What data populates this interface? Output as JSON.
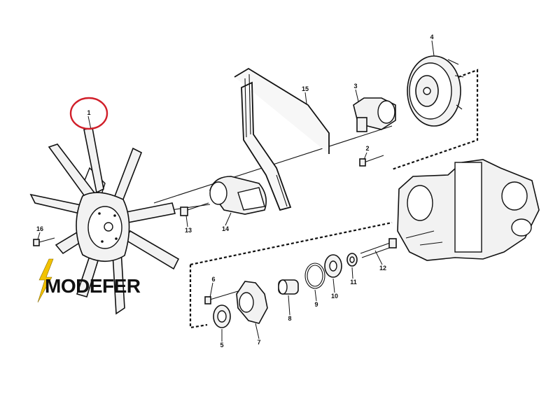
{
  "brand": {
    "logo_text": "MODEFER",
    "accent_color": "#f2c200"
  },
  "highlight": {
    "part": "1",
    "color": "#d11f2a"
  },
  "parts": [
    {
      "id": "p1",
      "label": "1",
      "name": "fan-blade-assembly"
    },
    {
      "id": "p2",
      "label": "2",
      "name": "bolt"
    },
    {
      "id": "p3",
      "label": "3",
      "name": "water-pump-hub"
    },
    {
      "id": "p4",
      "label": "4",
      "name": "pulley"
    },
    {
      "id": "p5",
      "label": "5",
      "name": "bearing"
    },
    {
      "id": "p6",
      "label": "6",
      "name": "screw"
    },
    {
      "id": "p7",
      "label": "7",
      "name": "bracket"
    },
    {
      "id": "p8",
      "label": "8",
      "name": "shaft"
    },
    {
      "id": "p9",
      "label": "9",
      "name": "o-ring"
    },
    {
      "id": "p10",
      "label": "10",
      "name": "bearing"
    },
    {
      "id": "p11",
      "label": "11",
      "name": "washer"
    },
    {
      "id": "p12",
      "label": "12",
      "name": "long-bolt"
    },
    {
      "id": "p13",
      "label": "13",
      "name": "bolt"
    },
    {
      "id": "p14",
      "label": "14",
      "name": "belt-tensioner"
    },
    {
      "id": "p15",
      "label": "15",
      "name": "drive-belt"
    },
    {
      "id": "p16",
      "label": "16",
      "name": "screw"
    }
  ]
}
